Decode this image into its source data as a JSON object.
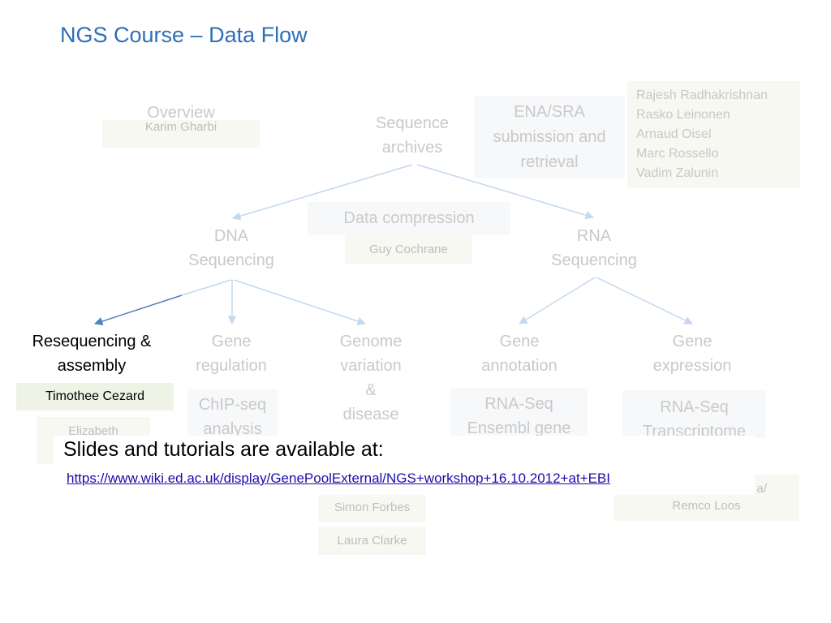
{
  "title": "NGS Course – Data Flow",
  "nodes": {
    "overview": "Overview",
    "overview_presenter": "Karim Gharbi",
    "sequence_archives_1": "Sequence",
    "sequence_archives_2": "archives",
    "ena_sra_1": "ENA/SRA",
    "ena_sra_2": "submission and",
    "ena_sra_3": "retrieval",
    "ena_presenters": [
      "Rajesh Radhakrishnan",
      "Rasko Leinonen",
      "Arnaud Oisel",
      "Marc Rossello",
      "Vadim Zalunin"
    ],
    "data_compression": "Data compression",
    "data_compression_presenter": "Guy Cochrane",
    "dna_seq_1": "DNA",
    "dna_seq_2": "Sequencing",
    "rna_seq_1": "RNA",
    "rna_seq_2": "Sequencing",
    "reseq_1": "Resequencing &",
    "reseq_2": "assembly",
    "reseq_presenter": "Timothee Cezard",
    "reseq_presenter2_partial": "Elizabeth",
    "gene_reg_1": "Gene",
    "gene_reg_2": "regulation",
    "chip_1": "ChIP-seq",
    "chip_2": "analysis",
    "genome_var_1": "Genome",
    "genome_var_2": "variation",
    "genome_var_3": "&",
    "genome_var_4": "disease",
    "gene_ann_1": "Gene",
    "gene_ann_2": "annotation",
    "rnaseq_ens_1": "RNA-Seq",
    "rnaseq_ens_2": "Ensembl gene",
    "gene_expr_1": "Gene",
    "gene_expr_2": "expression",
    "rnaseq_tr_1": "RNA-Seq",
    "rnaseq_tr_2": "Transcriptome",
    "simon": "Simon Forbes",
    "laura": "Laura Clarke",
    "remco_partial": "a/",
    "remco": "Remco Loos"
  },
  "callout": {
    "text": "Slides and tutorials are available at:",
    "link": "https://www.wiki.ed.ac.uk/display/GenePoolExternal/NGS+workshop+16.10.2012+at+EBI"
  },
  "colors": {
    "title": "#2e6fb7",
    "faded_text": "#c9c9c9",
    "arrow_faded": "#c5d8ee",
    "arrow_active": "#4f81bd",
    "highlight_box": "#eef3e6",
    "link": "#1a0dab"
  }
}
